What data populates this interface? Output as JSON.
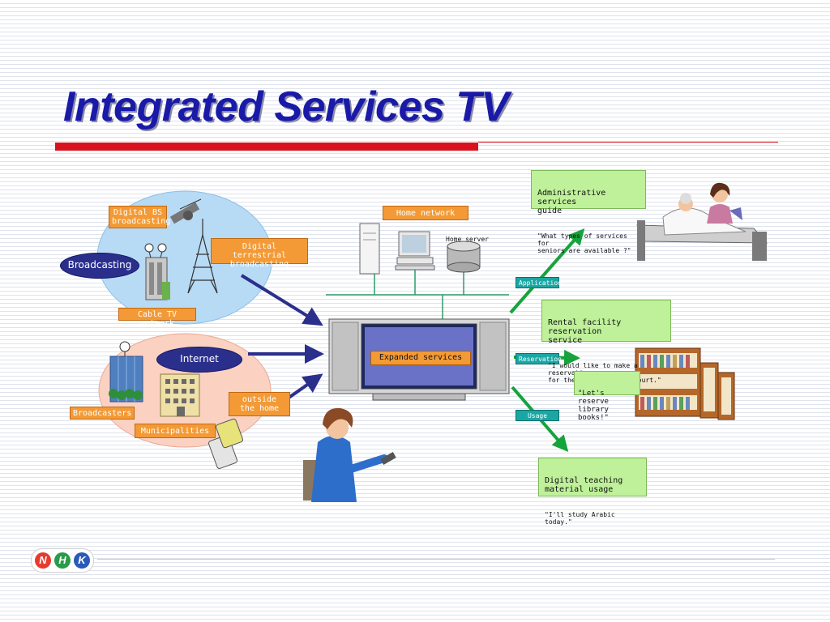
{
  "title": "Integrated Services TV",
  "labels": {
    "digital_bs": "Digital BS\nbroadcasting",
    "digital_terrestrial": "Digital terrestrial\nbroadcasting",
    "broadcasting": "Broadcasting",
    "cable_tv": "Cable TV network",
    "internet": "Internet",
    "broadcasters": "Broadcasters",
    "municipalities": "Municipalities",
    "outside_home": "outside\nthe home",
    "home_network": "Home network",
    "home_server": "Home server",
    "expanded_services": "Expanded services",
    "application": "Application",
    "reservation": "Reservation",
    "usage": "Usage"
  },
  "services": {
    "admin": {
      "heading": "Administrative services\nguide",
      "quote": "\"What types of services for\nseniors are available ?\""
    },
    "rental": {
      "heading": "Rental facility reservation\nservice",
      "quote": "\"I would like to make a reservation\nfor the public tennis court.\""
    },
    "library_quote": "\"Let's reserve\n library books!\"",
    "teaching": {
      "heading": "Digital teaching\nmaterial usage",
      "quote": "\"I'll study Arabic today.\""
    }
  },
  "logo": [
    "N",
    "H",
    "K"
  ],
  "colors": {
    "title": "#1a1aa8",
    "accent_red": "#d8121f",
    "orange_label": "#f39a36",
    "oval_navy": "#2b2f8c",
    "green_arrow": "#16a33b",
    "navy_arrow": "#2b2f8c",
    "teal_label": "#1aa7a4",
    "service_box": "#bff09a"
  },
  "icons": [
    "satellite-icon",
    "tv-tower-icon",
    "antenna-building-icon",
    "office-building-icon",
    "mobile-phone-icon",
    "pc-icon",
    "home-server-icon",
    "tv-monitor-icon",
    "woman-with-remote-icon",
    "patient-bed-icon",
    "nurse-icon",
    "bookshelf-icon"
  ]
}
